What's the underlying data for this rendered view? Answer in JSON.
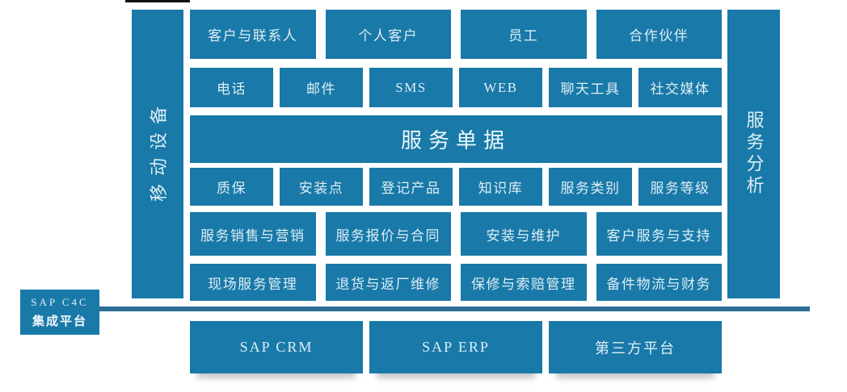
{
  "palette": {
    "tile_blue": "#1979a8",
    "divider_blue": "#2c6f93",
    "text_light": "#ddeef6",
    "background": "#ffffff",
    "top_strip_dark": "#121212"
  },
  "left_bar": {
    "label": "移动设备"
  },
  "right_bar": {
    "label": "服务分析"
  },
  "grid": {
    "rows": [
      {
        "name": "audience-row",
        "cells": [
          "客户与联系人",
          "个人客户",
          "员工",
          "合作伙伴"
        ]
      },
      {
        "name": "channels-row",
        "cells": [
          "电话",
          "邮件",
          "SMS",
          "WEB",
          "聊天工具",
          "社交媒体"
        ]
      },
      {
        "name": "service-ticket-row",
        "cells": [
          "服务单据"
        ]
      },
      {
        "name": "knowledge-row",
        "cells": [
          "质保",
          "安装点",
          "登记产品",
          "知识库",
          "服务类别",
          "服务等级"
        ]
      },
      {
        "name": "process-row-1",
        "cells": [
          "服务销售与营销",
          "服务报价与合同",
          "安装与维护",
          "客户服务与支持"
        ]
      },
      {
        "name": "process-row-2",
        "cells": [
          "现场服务管理",
          "退货与返厂维修",
          "保修与索赔管理",
          "备件物流与财务"
        ]
      }
    ]
  },
  "integration": {
    "line1": "SAP C4C",
    "line2": "集成平台"
  },
  "bottom_row": {
    "cells": [
      "SAP CRM",
      "SAP ERP",
      "第三方平台"
    ]
  }
}
